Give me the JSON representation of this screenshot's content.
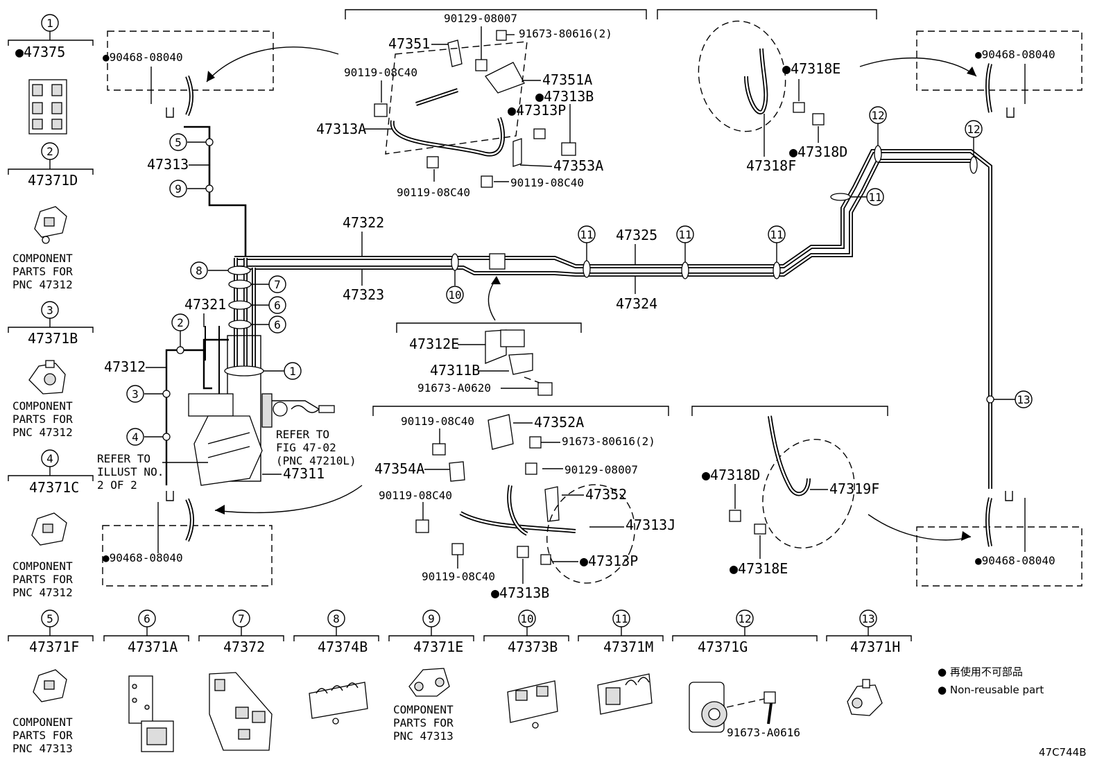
{
  "legend": {
    "jp": "● 再使用不可部品",
    "en": "● Non-reusable part"
  },
  "figure_id": "47C744B",
  "side_parts": [
    {
      "num": "1",
      "pnc": "●47375",
      "note": ""
    },
    {
      "num": "2",
      "pnc": "47371D",
      "note": [
        "COMPONENT",
        "PARTS FOR",
        "PNC 47312"
      ]
    },
    {
      "num": "3",
      "pnc": "47371B",
      "note": [
        "COMPONENT",
        "PARTS FOR",
        "PNC 47312"
      ]
    },
    {
      "num": "4",
      "pnc": "47371C",
      "note": [
        "COMPONENT",
        "PARTS FOR",
        "PNC 47312"
      ]
    }
  ],
  "bottom_parts": [
    {
      "num": "5",
      "pnc": "47371F",
      "note": [
        "COMPONENT",
        "PARTS FOR",
        "PNC 47313"
      ]
    },
    {
      "num": "6",
      "pnc": "47371A"
    },
    {
      "num": "7",
      "pnc": "47372"
    },
    {
      "num": "8",
      "pnc": "47374B"
    },
    {
      "num": "9",
      "pnc": "47371E",
      "note": [
        "COMPONENT",
        "PARTS FOR",
        "PNC 47313"
      ]
    },
    {
      "num": "10",
      "pnc": "47373B"
    },
    {
      "num": "11",
      "pnc": "47371M"
    },
    {
      "num": "12",
      "pnc": "47371G",
      "extra": "91673-A0616"
    },
    {
      "num": "13",
      "pnc": "47371H"
    }
  ],
  "labels": {
    "l47313": "47313",
    "l47321": "47321",
    "l47312": "47312",
    "l47311": "47311",
    "l47322": "47322",
    "l47323": "47323",
    "l47325": "47325",
    "l47324": "47324",
    "l47312E": "47312E",
    "l47311B": "47311B",
    "l91673A0620": "91673-A0620",
    "refer1": [
      "REFER TO",
      "FIG 47-02",
      "(PNC 47210L)"
    ],
    "refer2": [
      "REFER TO",
      "ILLUST NO.",
      "2 OF 2"
    ],
    "clip_tl": "●90468-08040",
    "clip_bl": "●90468-08040",
    "clip_tr": "●90468-08040",
    "clip_br": "●90468-08040",
    "f1_90129": "90129-08007",
    "f1_91673": "91673-80616(2)",
    "f1_47351": "47351",
    "f1_90119a": "90119-08C40",
    "f1_47351A": "47351A",
    "f1_47313B": "●47313B",
    "f1_47313P": "●47313P",
    "f1_47313A": "47313A",
    "f1_47353A": "47353A",
    "f1_90119b": "90119-08C40",
    "f1_90119c": "90119-08C40",
    "f2_47318E": "●47318E",
    "f2_47318D": "●47318D",
    "f2_47318F": "47318F",
    "f3_90119a": "90119-08C40",
    "f3_47352A": "47352A",
    "f3_91673": "91673-80616(2)",
    "f3_47354A": "47354A",
    "f3_90129": "90129-08007",
    "f3_90119b": "90119-08C40",
    "f3_47352": "47352",
    "f3_47313J": "47313J",
    "f3_47313P": "●47313P",
    "f3_90119c": "90119-08C40",
    "f3_47313B": "●47313B",
    "f4_47318D": "●47318D",
    "f4_47319F": "47319F",
    "f4_47318E": "●47318E"
  },
  "callouts": {
    "c5": "5",
    "c9": "9",
    "c8": "8",
    "c7": "7",
    "c6a": "6",
    "c6b": "6",
    "c2": "2",
    "c1": "1",
    "c3": "3",
    "c4": "4",
    "c10": "10",
    "c11a": "11",
    "c11b": "11",
    "c11c": "11",
    "c11d": "11",
    "c12a": "12",
    "c12b": "12",
    "c13": "13"
  }
}
